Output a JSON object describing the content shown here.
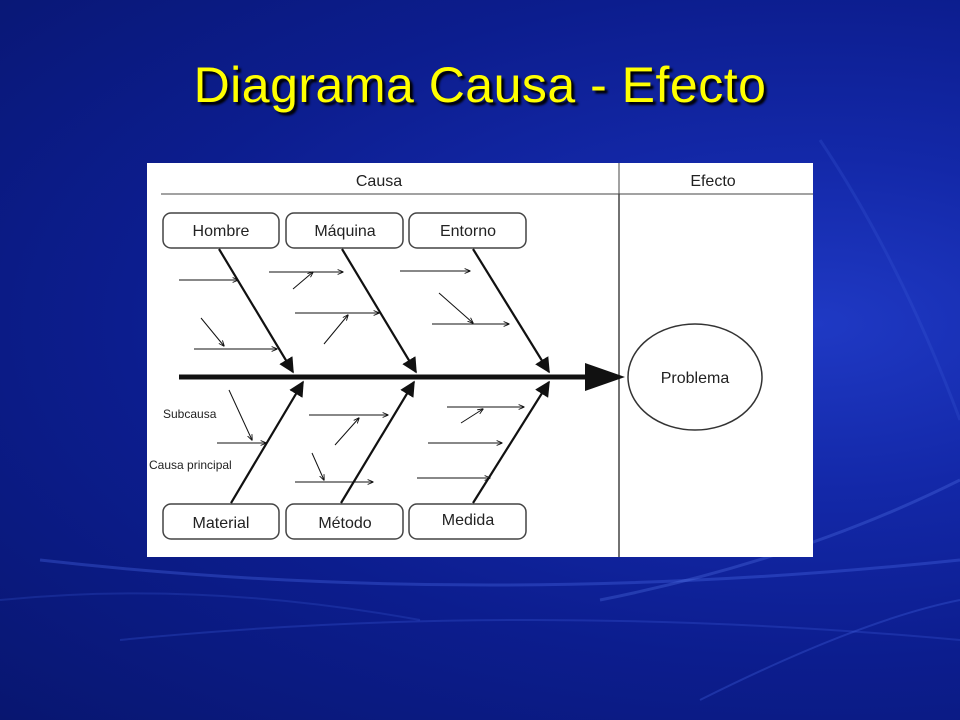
{
  "slide": {
    "title": "Diagrama Causa - Efecto"
  },
  "diagram": {
    "header_cause": "Causa",
    "header_effect": "Efecto",
    "top_causes": [
      "Hombre",
      "Máquina",
      "Entorno"
    ],
    "bottom_causes": [
      "Material",
      "Método",
      "Medida"
    ],
    "effect": "Problema",
    "label_subcause": "Subcausa",
    "label_main_cause": "Causa principal"
  },
  "colors": {
    "background": "#0c1d8e",
    "title": "#ffff00",
    "panel": "#ffffff",
    "ink": "#111111"
  }
}
